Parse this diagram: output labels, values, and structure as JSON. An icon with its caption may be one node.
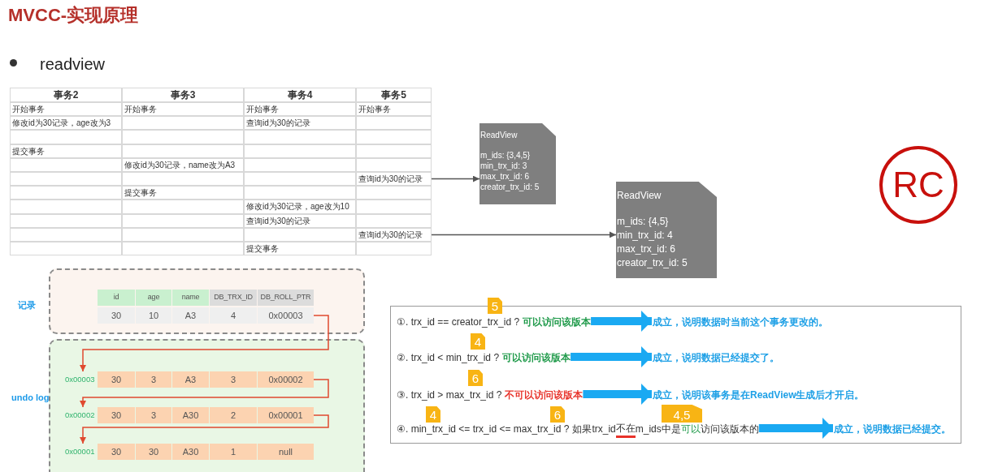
{
  "diagram": {
    "title": "MVCC-实现原理",
    "nodes": [
      {
        "text": [
          "查询id为30的记录"
        ]
      },
      {
        "text": [
          "ReadView",
          "m_ids: {3,4,5}",
          "min_trx_id: 3",
          "max_trx_id: 6",
          "creator_trx_id: 5"
        ]
      },
      {
        "text": [
          "查询id为30的记录"
        ]
      },
      {
        "text": [
          "ReadView",
          "m_ids: {4,5}",
          "min_trx_id: 4",
          "max_trx_id: 6",
          "creator_trx_id: 5"
        ]
      },
      {
        "text": [
          "RC"
        ]
      },
      {
        "text": [
          "30",
          "10",
          "A3",
          "4",
          "0x00003"
        ]
      },
      {
        "text": [
          "30",
          "3",
          "A3",
          "3",
          "0x00002"
        ],
        "beside": [
          "0x00003"
        ]
      },
      {
        "text": [
          "30",
          "3",
          "A30",
          "2",
          "0x00001"
        ],
        "beside": [
          "0x00002"
        ]
      },
      {
        "text": [
          "30",
          "30",
          "A30",
          "1",
          "null"
        ],
        "beside": [
          "0x00001"
        ]
      },
      {
        "text": [],
        "shape": "box"
      },
      {
        "text": [
          "①. trx_id  == creator_trx_id ?",
          "可以访问该版本"
        ],
        "in": 9
      },
      {
        "text": [
          "成立，说明数据时当前这个事务更改的。"
        ],
        "in": 9
      },
      {
        "text": [
          "②. trx_id < min_trx_id ?",
          "可以访问该版本"
        ],
        "in": 9
      },
      {
        "text": [
          "成立，说明数据已经提交了。"
        ],
        "in": 9
      },
      {
        "text": [
          "③. trx_id > max_trx_id ?",
          "不可以访问该版本"
        ],
        "in": 9
      },
      {
        "text": [
          "成立，说明该事务是在ReadView生成后才开启。"
        ],
        "in": 9
      },
      {
        "text": [
          "④. min_trx_id <= trx_id <= max_trx_id ?",
          "如果trx_id",
          "不在",
          "m_ids中是",
          "可以",
          "访问该版本的"
        ],
        "in": 9
      },
      {
        "text": [
          "成立，说明数据已经提交。"
        ],
        "in": 9
      }
    ],
    "edges": [
      {
        "from": 0,
        "to": 1,
        "arrow": "to",
        "color": "#555555"
      },
      {
        "from": 2,
        "to": 3,
        "arrow": "to",
        "color": "#555555"
      },
      {
        "from": 5,
        "to": 6,
        "arrow": "to",
        "color": "#e04a2f"
      },
      {
        "from": 6,
        "to": 7,
        "arrow": "to",
        "color": "#e04a2f"
      },
      {
        "from": 7,
        "to": 8,
        "arrow": "to",
        "color": "#e04a2f"
      },
      {
        "from": 10,
        "to": 11,
        "arrow": "to",
        "style": "thick",
        "color": "#1aa9f2"
      },
      {
        "from": 12,
        "to": 13,
        "arrow": "to",
        "style": "thick",
        "color": "#1aa9f2"
      },
      {
        "from": 14,
        "to": 15,
        "arrow": "to",
        "style": "thick",
        "color": "#1aa9f2"
      },
      {
        "from": 16,
        "to": 17,
        "arrow": "to",
        "style": "thick",
        "color": "#1aa9f2"
      }
    ],
    "labels": [
      "readview",
      "事务2",
      "事务3",
      "事务4",
      "事务5",
      "开始事务",
      "开始事务",
      "开始事务",
      "开始事务",
      "修改id为30记录，age改为3",
      "查询id为30的记录",
      "提交事务",
      "修改id为30记录，name改为A3",
      "提交事务",
      "修改id为30记录，age改为10",
      "查询id为30的记录",
      "提交事务",
      "记录",
      "id",
      "age",
      "name",
      "DB_TRX_ID",
      "DB_ROLL_PTR",
      "undo log",
      "5",
      "4",
      "6",
      "4",
      "6",
      "4,5"
    ]
  }
}
